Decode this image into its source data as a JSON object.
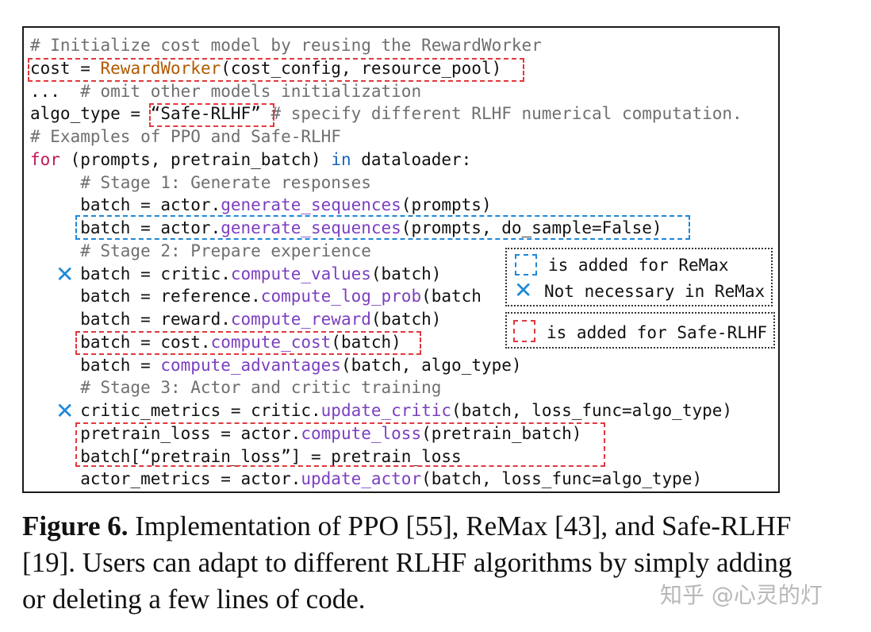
{
  "figure": {
    "code_lines": [
      {
        "segments": [
          {
            "t": "# Initialize cost model by reusing the RewardWorker",
            "c": "cm"
          }
        ]
      },
      {
        "segments": [
          {
            "t": "cost = ",
            "c": ""
          },
          {
            "t": "RewardWorker",
            "c": "cls"
          },
          {
            "t": "(cost_config, resource_pool)",
            "c": ""
          }
        ]
      },
      {
        "segments": [
          {
            "t": "...  ",
            "c": ""
          },
          {
            "t": "# omit other models initialization",
            "c": "cm"
          }
        ]
      },
      {
        "segments": [
          {
            "t": "algo_type = ",
            "c": ""
          },
          {
            "t": "“Safe-RLHF”",
            "c": ""
          },
          {
            "t": " # specify different RLHF numerical computation.",
            "c": "cm"
          }
        ]
      },
      {
        "segments": [
          {
            "t": "# Examples of PPO and Safe-RLHF",
            "c": "cm"
          }
        ]
      },
      {
        "segments": [
          {
            "t": "for",
            "c": "kw"
          },
          {
            "t": " (prompts, pretrain_batch) ",
            "c": ""
          },
          {
            "t": "in",
            "c": "kw2"
          },
          {
            "t": " dataloader:",
            "c": ""
          }
        ]
      },
      {
        "segments": [
          {
            "t": "     # Stage 1: Generate responses",
            "c": "cm"
          }
        ]
      },
      {
        "segments": [
          {
            "t": "     batch = actor.",
            "c": ""
          },
          {
            "t": "generate_sequences",
            "c": "fn"
          },
          {
            "t": "(prompts)",
            "c": ""
          }
        ]
      },
      {
        "segments": [
          {
            "t": "     batch = actor.",
            "c": ""
          },
          {
            "t": "generate_sequences",
            "c": "fn"
          },
          {
            "t": "(prompts, do_sample=False)",
            "c": ""
          }
        ]
      },
      {
        "segments": [
          {
            "t": "     # Stage 2: Prepare experience",
            "c": "cm"
          }
        ]
      },
      {
        "segments": [
          {
            "t": "     batch = critic.",
            "c": ""
          },
          {
            "t": "compute_values",
            "c": "fn"
          },
          {
            "t": "(batch)",
            "c": ""
          }
        ]
      },
      {
        "segments": [
          {
            "t": "     batch = reference.",
            "c": ""
          },
          {
            "t": "compute_log_prob",
            "c": "fn"
          },
          {
            "t": "(batch",
            "c": ""
          }
        ]
      },
      {
        "segments": [
          {
            "t": "     batch = reward.",
            "c": ""
          },
          {
            "t": "compute_reward",
            "c": "fn"
          },
          {
            "t": "(batch)",
            "c": ""
          }
        ]
      },
      {
        "segments": [
          {
            "t": "     batch = cost.",
            "c": ""
          },
          {
            "t": "compute_cost",
            "c": "fn"
          },
          {
            "t": "(batch)",
            "c": ""
          }
        ]
      },
      {
        "segments": [
          {
            "t": "     batch = ",
            "c": ""
          },
          {
            "t": "compute_advantages",
            "c": "fn"
          },
          {
            "t": "(batch, algo_type)",
            "c": ""
          }
        ]
      },
      {
        "segments": [
          {
            "t": "     # Stage 3: Actor and critic training",
            "c": "cm"
          }
        ]
      },
      {
        "segments": [
          {
            "t": "     critic_metrics = critic.",
            "c": ""
          },
          {
            "t": "update_critic",
            "c": "fn"
          },
          {
            "t": "(batch, loss_func=algo_type)",
            "c": ""
          }
        ]
      },
      {
        "segments": [
          {
            "t": "     pretrain_loss = actor.",
            "c": ""
          },
          {
            "t": "compute_loss",
            "c": "fn"
          },
          {
            "t": "(pretrain_batch)",
            "c": ""
          }
        ]
      },
      {
        "segments": [
          {
            "t": "     batch[“pretrain_loss”] = pretrain_loss",
            "c": ""
          }
        ]
      },
      {
        "segments": [
          {
            "t": "     actor_metrics = actor.",
            "c": ""
          },
          {
            "t": "update_actor",
            "c": "fn"
          },
          {
            "t": "(batch, loss_func=algo_type)",
            "c": ""
          }
        ]
      }
    ],
    "legend": {
      "blue_box_text": "is added for ReMax",
      "x_text": "Not necessary in ReMax",
      "red_box_text": "is added for Safe-RLHF"
    },
    "x_mark_glyph": "✕",
    "caption": {
      "label": "Figure 6.",
      "text": " Implementation of PPO [55], ReMax [43], and Safe-RLHF [19]. Users can adapt to different RLHF algorithms by simply adding or deleting a few lines of code."
    },
    "watermark": "知乎 @心灵的灯",
    "colors": {
      "comment": "#6f6f6f",
      "class": "#b05a00",
      "function": "#7b3fbf",
      "keyword_for": "#c2185b",
      "keyword_in": "#1565c0",
      "safe_rlhf_box": "#e0393e",
      "remax_box": "#1e88d8"
    }
  }
}
